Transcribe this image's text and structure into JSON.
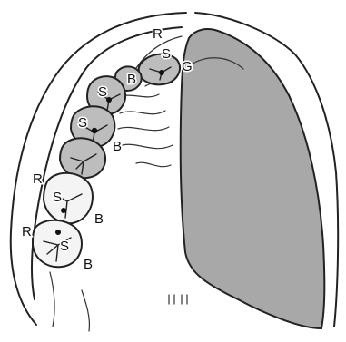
{
  "colors": {
    "background": "#ffffff",
    "outline": "#222222",
    "shaded_region": "#a8a8a8",
    "shaded_tooth": "#bdbdbd",
    "plain_tooth": "#f4f4f4"
  },
  "labels": {
    "r_top": "R",
    "g_right": "G",
    "s_premolar": "S",
    "b_premolar": "B",
    "s_molar_1": "S",
    "s_molar_2": "S",
    "b_molar_1": "B",
    "r_left_1": "R",
    "s_molar_3": "S",
    "b_molar_2": "B",
    "r_left_2": "R",
    "s_molar_4": "S",
    "b_molar_3": "B"
  }
}
